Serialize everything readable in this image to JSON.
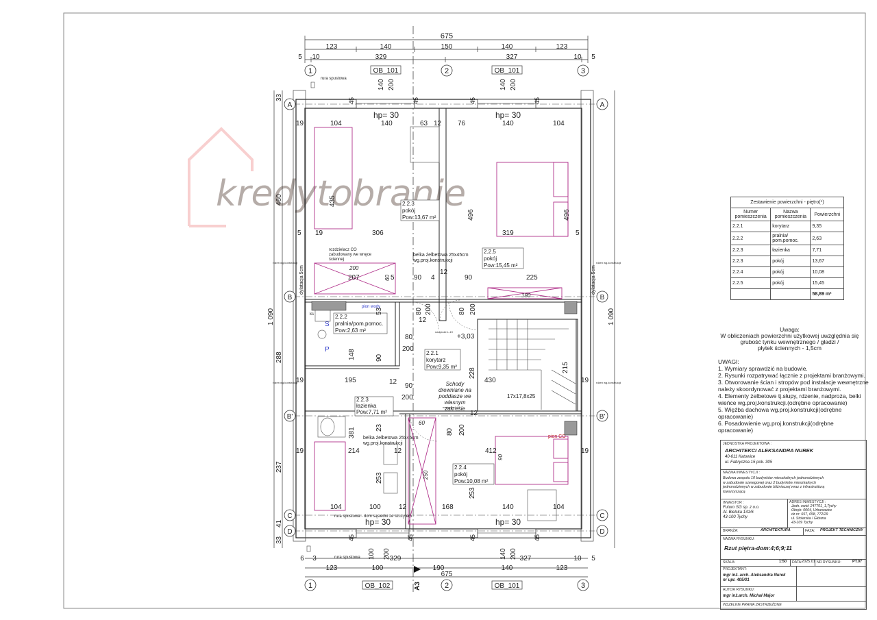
{
  "plan": {
    "dims_top_total": "675",
    "dims_top_row1": [
      "123",
      "140",
      "150",
      "140",
      "123"
    ],
    "dims_top_row2": [
      "5",
      "10",
      "329",
      "327",
      "10",
      "5"
    ],
    "axis_labels": [
      "1",
      "2",
      "3"
    ],
    "axis_rows": [
      "A",
      "B",
      "B'",
      "C",
      "D"
    ],
    "ob_top": [
      "OB_101",
      "OB_101"
    ],
    "ob_bottom": [
      "OB_102",
      "OB_101"
    ],
    "lintel_dims": [
      "140",
      "200"
    ],
    "dims_bottom_row1": [
      "6",
      "3",
      "100",
      "329",
      "190",
      "327",
      "10",
      "5"
    ],
    "dims_bottom_row2": [
      "123",
      "100",
      "140",
      "123"
    ],
    "dims_bottom_total": "675",
    "section_mark": "A3",
    "left_dims": [
      "33",
      "460",
      "1 090",
      "288",
      "237",
      "41",
      "33"
    ],
    "right_dims": [
      "1 090"
    ],
    "hp": [
      "hp= 30",
      "hp= 30",
      "hp= 30",
      "hp= 30"
    ],
    "rura_spustowa": "rura spustowa",
    "rura_bottom": "rura spustowa - dom sąsiedni ze szczytem",
    "rozdzielacz": "rozdzielacz CO\nzabudowany we wnęce\nściennej",
    "belka1": "belka żelbetowa 25x45cm\nwg.proj.konstrukcji",
    "belka2": "belka żelbetowa 25x45cm\nwg.proj.konstrukcji",
    "dylatacja": "dylatacja 5cm",
    "rdzen": "rdzeń wg.konstrukcji",
    "pion_wody": "pion wody",
    "pion_co": "pion CO",
    "level": "+3,03",
    "stairs_note": "Schody\ndrewniane na\npoddasze we\nwłasnym\nzakresie",
    "stairs_dim": "17x17,8x25",
    "nadproze": "nadproże L-19",
    "rooms": [
      {
        "id": "2.2.3",
        "name": "pokój",
        "area": "Pow:13,67 m²"
      },
      {
        "id": "2.2.5",
        "name": "pokój",
        "area": "Pow:15,45 m²"
      },
      {
        "id": "2.2.2",
        "name": "pralnia/pom.pomoc.",
        "area": "Pow:2,63 m²"
      },
      {
        "id": "2.2.1",
        "name": "korytarz",
        "area": "Pow:9,35 m²"
      },
      {
        "id": "2.2.3",
        "name": "łazienka",
        "area": "Pow:7,71 m²"
      },
      {
        "id": "2.2.4",
        "name": "pokój",
        "area": "Pow:10,08 m²"
      }
    ],
    "inner_dims": {
      "r1": [
        "19",
        "104",
        "140",
        "63",
        "12",
        "76",
        "140",
        "104"
      ],
      "r2": [
        "435",
        "496",
        "496"
      ],
      "r3": [
        "5",
        "19",
        "306",
        "319",
        "5"
      ],
      "r4": [
        "200",
        "207",
        "90",
        "4",
        "12",
        "90",
        "225",
        "180"
      ],
      "r5": [
        "80",
        "200",
        "80",
        "200",
        "53",
        "12",
        "12",
        "148",
        "90",
        "80",
        "200",
        "228",
        "215"
      ],
      "r6": [
        "19",
        "195",
        "5",
        "12",
        "90",
        "430",
        "19"
      ],
      "r7": [
        "200",
        "381",
        "23",
        "60",
        "80",
        "200",
        "12"
      ],
      "r8": [
        "19",
        "214",
        "12",
        "412",
        "19"
      ],
      "r9": [
        "253",
        "253",
        "250",
        "90"
      ],
      "r10": [
        "104",
        "100",
        "12",
        "168",
        "140",
        "104"
      ],
      "r11": [
        "45",
        "45",
        "45",
        "45",
        "45",
        "45",
        "45",
        "45",
        "45"
      ],
      "r12": [
        "60",
        "5",
        "12",
        "12",
        "60",
        "12"
      ]
    },
    "sym": [
      "S",
      "P",
      "ks"
    ],
    "watermark": "kredytobranie"
  },
  "areas": {
    "title": "Zestawienie powierzchni - piętro(*)",
    "headers": [
      "Numer\npomieszczenia",
      "Nazwa\npomieszczenia",
      "Powierzchni"
    ],
    "rows": [
      [
        "2.2.1",
        "korytarz",
        "9,35"
      ],
      [
        "2.2.2",
        "pralnia/\npom.pomoc.",
        "2,63"
      ],
      [
        "2.2.3",
        "łazienka",
        "7,71"
      ],
      [
        "2.2.3",
        "pokój",
        "13,67"
      ],
      [
        "2.2.4",
        "pokój",
        "10,08"
      ],
      [
        "2.2.5",
        "pokój",
        "15,45"
      ]
    ],
    "total": "58,89 m²"
  },
  "notes": {
    "uwaga_title": "Uwaga:\nW obliczeniach powierzchni użytkowej uwzględnia się\ngrubość tynku wewnętrznego / gładzi /\npłytek ściennych - 1,5cm",
    "heading": "UWAGI:",
    "items": [
      "1. Wymiary sprawdzić na budowie.",
      "2. Rysunki rozpatrywać łącznie z projektami branżowymi.",
      "3. Otworowanie ścian i stropów pod instalacje wewnętrzne",
      "należy skoordynować z projektami branżowymi.",
      "4. Elementy żelbetowe tj.słupy, rdzenie, nadproża, belki wieńce wg.proj.konstrukcji.(odrębne opracowanie)",
      "5. Więźba dachowa wg.proj.konstrukcji(odrębne opracowanie)",
      "6. Posadowienie wg.proj.konstrukcji(odrębne opracowanie)"
    ]
  },
  "titleblock": {
    "unit_lbl": "JEDNOSTKA PROJEKTOWA :",
    "unit_name": "ARCHITEKCI ALEKSANDRA NUREK",
    "unit_addr1": "40-611 Katowice",
    "unit_addr2": "ul. Fabryczna 15 pok. 305",
    "inv_lbl": "NAZWA INWESTYCJI :",
    "inv_text": "Budowa zespołu 10 budynków mieszkalnych jednorodzinnych\nw zabudowie szeregowej oraz 2 budynków mieszkalnych\njednorodzinnych w zabudowie bliźniaczej wraz z infrastrukturą\ntowarzyszącą",
    "investor_lbl": "INWESTOR :",
    "investor_text": "Futuro SG sp. z o.o.\nAl. Bielska 141/6\n43-100 Tychy",
    "addr_lbl": "ADRES INWESTYCJI :",
    "addr_text": "Jedn. ewid: 247701_1,Tychy\nObręb: 0004, Urbanowice\ndz.nr: 657, 658, 772/29\nul. Stolarska / Główna\n43-109 Tychy",
    "branza_lbl": "BRANŻA:",
    "branza_val": "ARCHITEKTURA",
    "faza_lbl": "FAZA:",
    "faza_val": "PROJEKT TECHNICZNY",
    "rys_lbl": "NAZWA RYSUNKU:",
    "rys_val": "Rzut piętra-dom:4;6;9;11",
    "skala_lbl": "SKALA:",
    "skala_val": "1:50",
    "data_lbl": "DATA:",
    "data_val": "2025.01",
    "nr_lbl": "NR RYSUNKU:",
    "nr_val": "PT.07",
    "proj_lbl": "PROJEKTANT:",
    "proj_val": "mgr inż. arch. Aleksandra Nurek\nnr upr. 405/01",
    "autor_lbl": "AUTOR RYSUNKU:",
    "autor_val": "mgr inż.arch. Michał Major",
    "rights": "WSZELKIE PRAWA ZASTRZEŻONE"
  }
}
